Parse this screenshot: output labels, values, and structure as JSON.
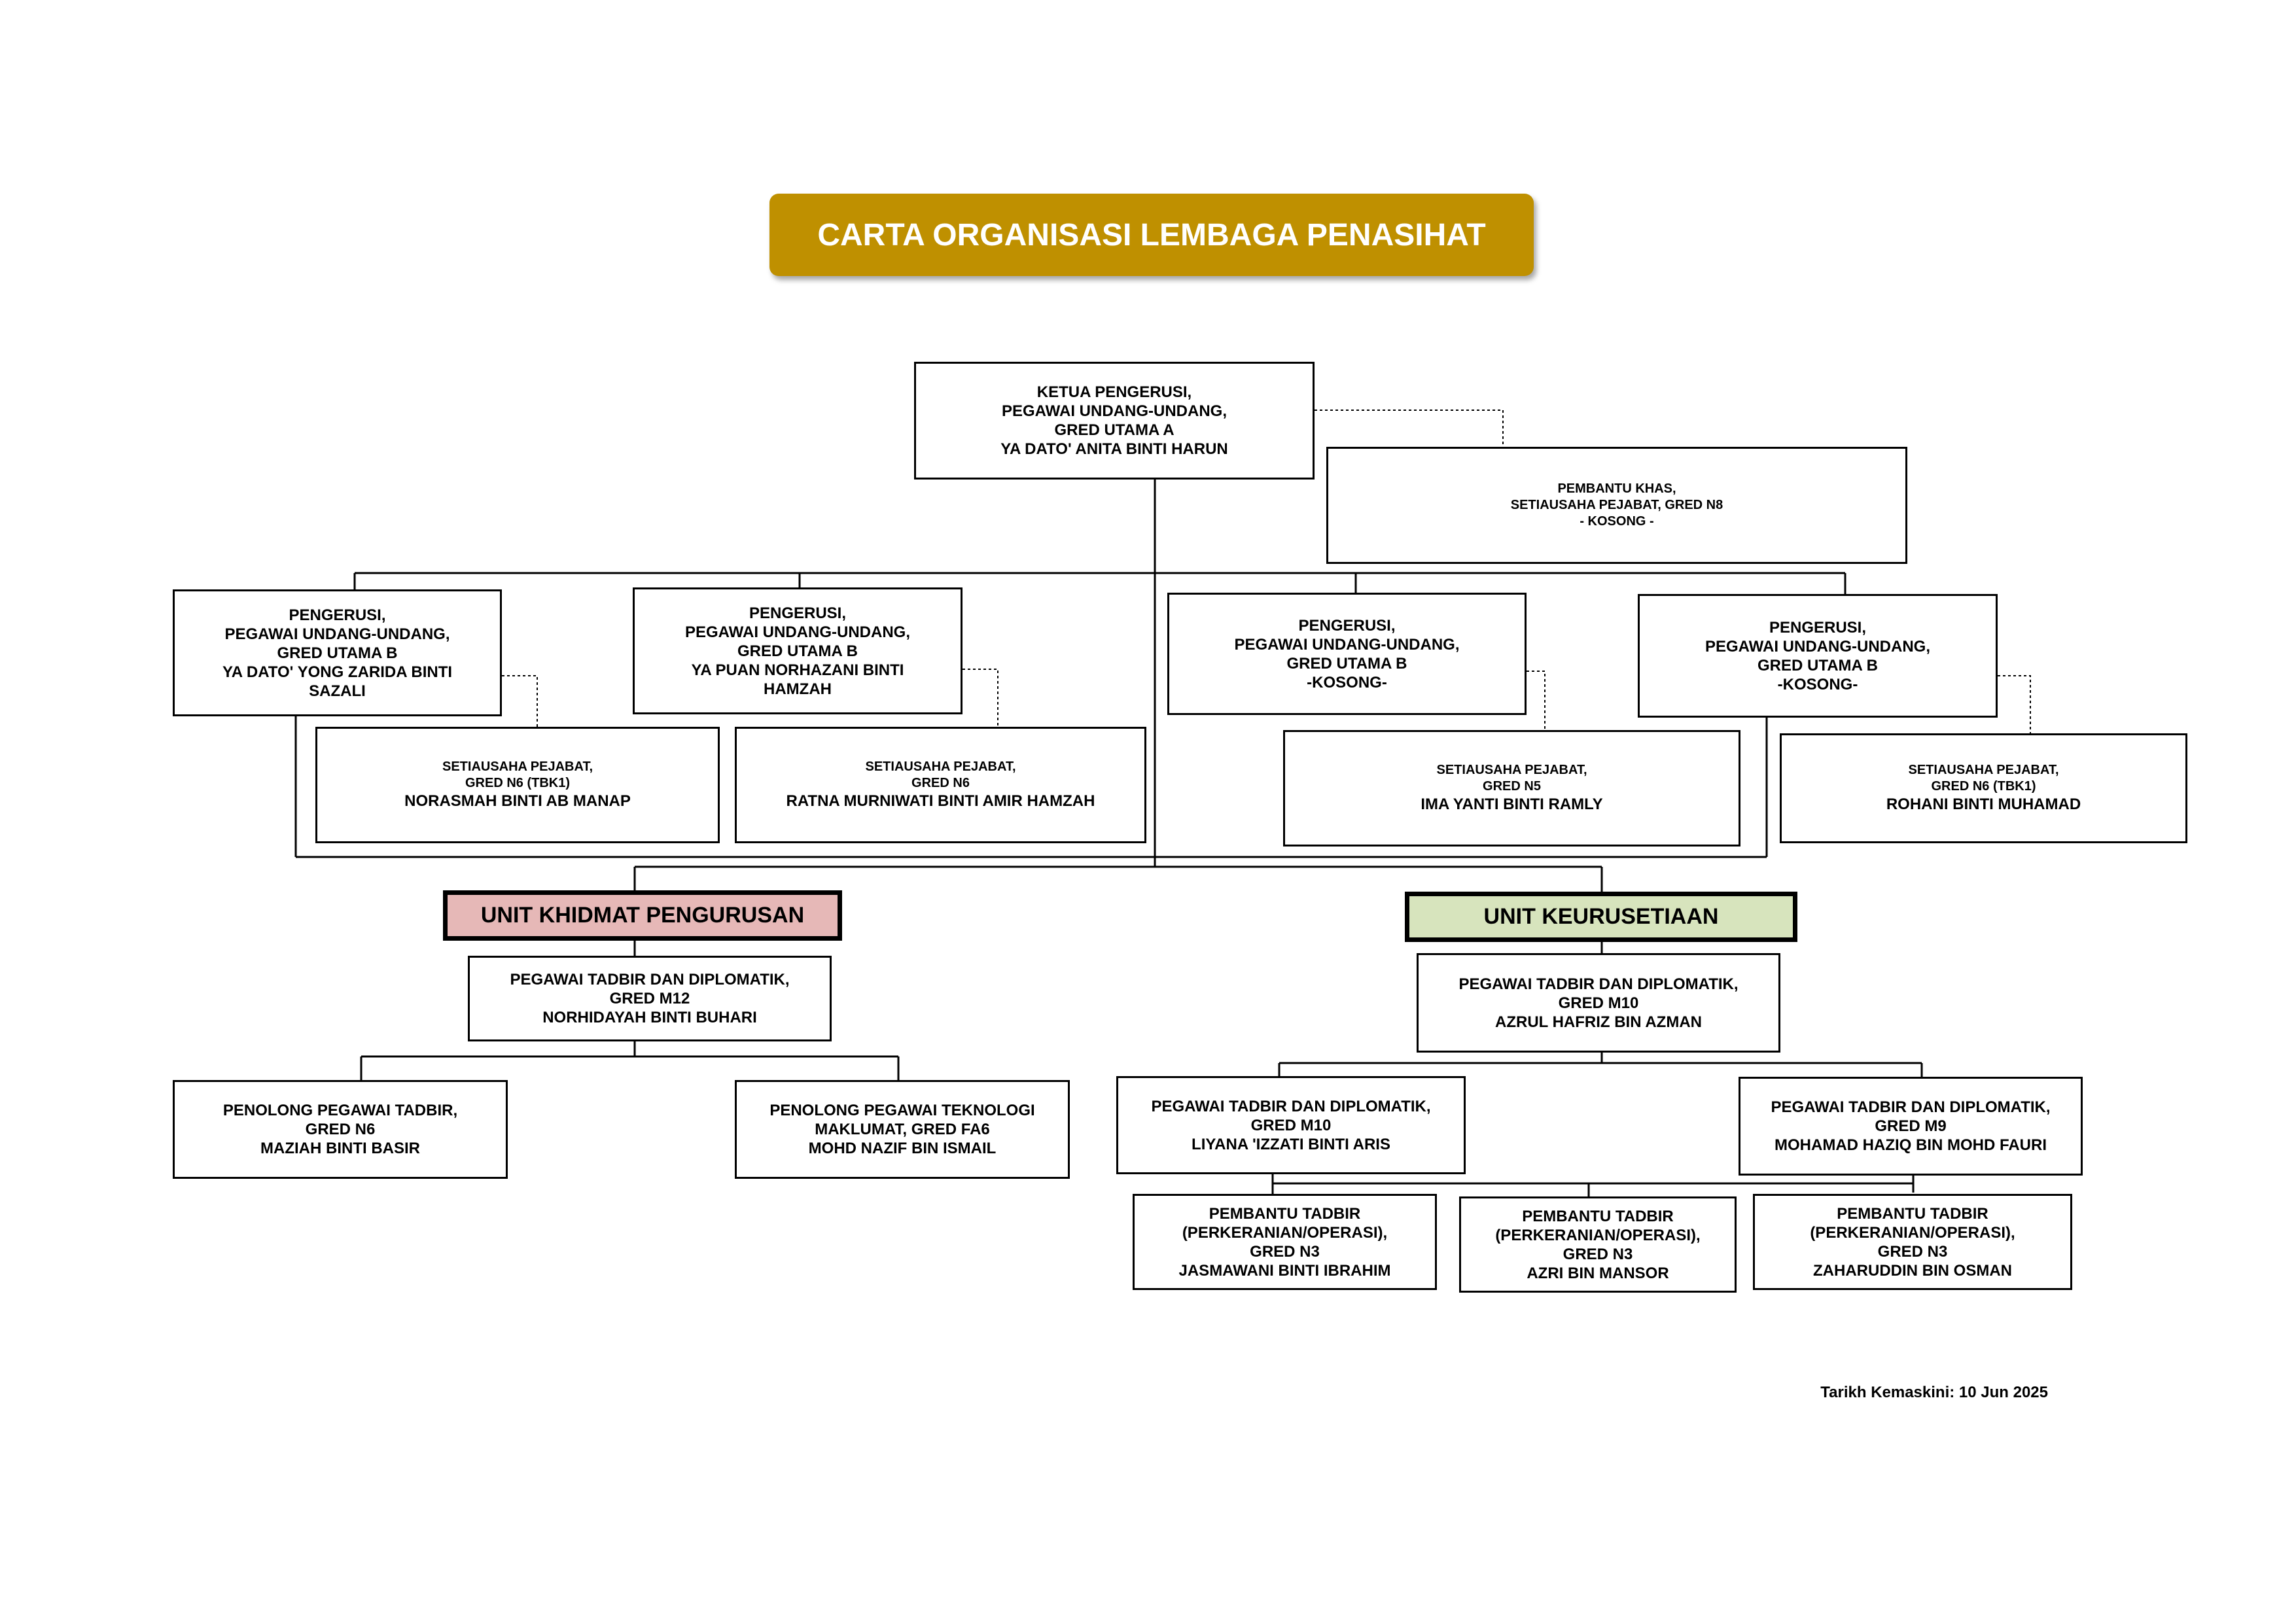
{
  "title": "CARTA ORGANISASI LEMBAGA PENASIHAT",
  "colors": {
    "banner": "#bf9000",
    "unit_khidmat": "#e6b8b7",
    "unit_keurusetiaan": "#d7e4bd"
  },
  "ketua": [
    "KETUA PENGERUSI,",
    "PEGAWAI UNDANG-UNDANG,",
    "GRED UTAMA A",
    "YA DATO' ANITA BINTI HARUN"
  ],
  "pembantu_khas": [
    "PEMBANTU KHAS,",
    "SETIAUSAHA PEJABAT, GRED N8",
    "- KOSONG -"
  ],
  "pengerusi_1": [
    "PENGERUSI,",
    "PEGAWAI UNDANG-UNDANG,",
    "GRED UTAMA B",
    "YA DATO' YONG ZARIDA BINTI",
    "SAZALI"
  ],
  "pengerusi_2": [
    "PENGERUSI,",
    "PEGAWAI UNDANG-UNDANG,",
    "GRED UTAMA B",
    "YA PUAN NORHAZANI BINTI",
    "HAMZAH"
  ],
  "pengerusi_3": [
    "PENGERUSI,",
    "PEGAWAI UNDANG-UNDANG,",
    "GRED UTAMA B",
    "-KOSONG-"
  ],
  "pengerusi_4": [
    "PENGERUSI,",
    "PEGAWAI UNDANG-UNDANG,",
    "GRED UTAMA B",
    "-KOSONG-"
  ],
  "setiausaha_1": [
    "SETIAUSAHA PEJABAT,",
    "GRED N6 (TBK1)",
    "NORASMAH BINTI AB MANAP"
  ],
  "setiausaha_2": [
    "SETIAUSAHA PEJABAT,",
    "GRED N6",
    "RATNA MURNIWATI BINTI AMIR HAMZAH"
  ],
  "setiausaha_3": [
    "SETIAUSAHA PEJABAT,",
    "GRED N5",
    "IMA YANTI BINTI RAMLY"
  ],
  "setiausaha_4": [
    "SETIAUSAHA PEJABAT,",
    "GRED N6 (TBK1)",
    "ROHANI BINTI MUHAMAD"
  ],
  "unit_khidmat": "UNIT KHIDMAT PENGURUSAN",
  "unit_keurusetiaan": "UNIT KEURUSETIAAN",
  "khidmat_head": [
    "PEGAWAI TADBIR DAN DIPLOMATIK,",
    "GRED M12",
    "NORHIDAYAH BINTI BUHARI"
  ],
  "penolong_tadbir": [
    "PENOLONG PEGAWAI TADBIR,",
    "GRED N6",
    "MAZIAH BINTI BASIR"
  ],
  "penolong_teknologi": [
    "PENOLONG PEGAWAI TEKNOLOGI",
    "MAKLUMAT, GRED FA6",
    "MOHD NAZIF BIN ISMAIL"
  ],
  "keurusetiaan_head": [
    "PEGAWAI TADBIR DAN DIPLOMATIK,",
    "GRED M10",
    "AZRUL HAFRIZ BIN AZMAN"
  ],
  "ptd_m10": [
    "PEGAWAI TADBIR DAN DIPLOMATIK,",
    "GRED M10",
    "LIYANA 'IZZATI BINTI ARIS"
  ],
  "ptd_m9": [
    "PEGAWAI TADBIR DAN DIPLOMATIK,",
    "GRED M9",
    "MOHAMAD HAZIQ BIN MOHD FAURI"
  ],
  "pembantu_1": [
    "PEMBANTU TADBIR",
    "(PERKERANIAN/OPERASI),",
    "GRED N3",
    "JASMAWANI BINTI IBRAHIM"
  ],
  "pembantu_2": [
    "PEMBANTU TADBIR",
    "(PERKERANIAN/OPERASI),",
    "GRED N3",
    "AZRI BIN MANSOR"
  ],
  "pembantu_3": [
    "PEMBANTU TADBIR",
    "(PERKERANIAN/OPERASI),",
    "GRED N3",
    "ZAHARUDDIN BIN OSMAN"
  ],
  "footer": "Tarikh Kemaskini: 10 Jun 2025"
}
